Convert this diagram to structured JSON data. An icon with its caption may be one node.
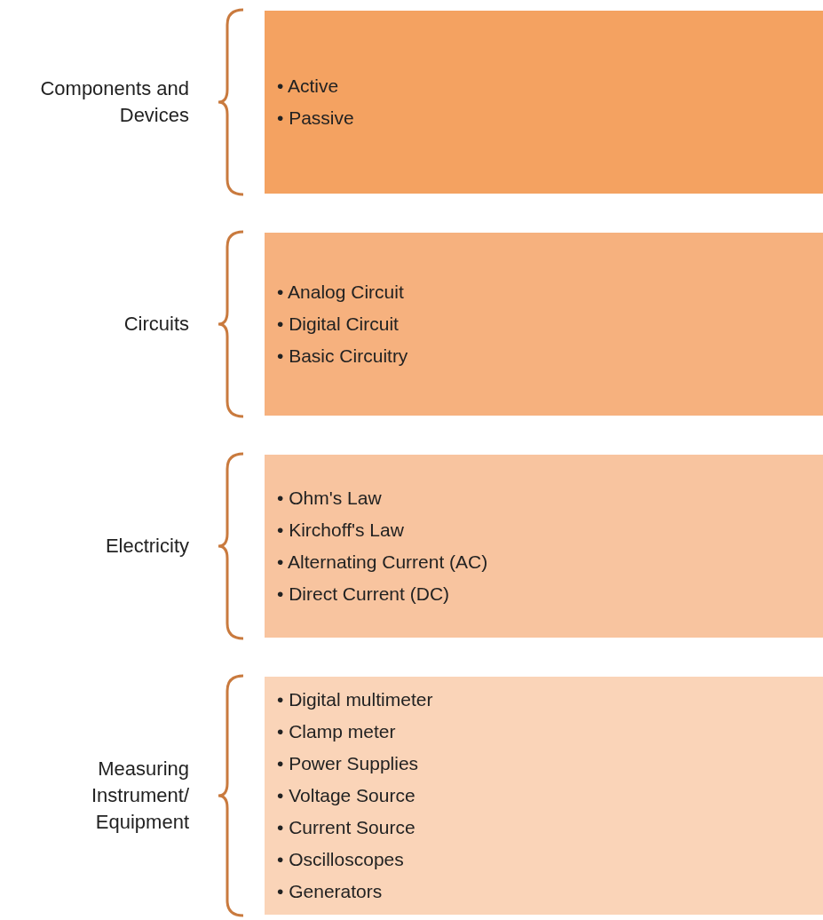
{
  "diagram": {
    "nodes": [
      {
        "text": [
          "• Active",
          "• Passive"
        ],
        "beside": [
          "Components and Devices"
        ]
      },
      {
        "text": [
          "• Analog Circuit",
          "• Digital Circuit",
          "• Basic Circuitry"
        ],
        "beside": [
          "Circuits"
        ]
      },
      {
        "text": [
          "• Ohm's Law",
          "• Kirchoff's Law",
          "• Alternating Current (AC)",
          "• Direct Current (DC)"
        ],
        "beside": [
          "Electricity"
        ]
      },
      {
        "text": [
          "• Digital multimeter",
          "• Clamp meter",
          "• Power Supplies",
          "• Voltage Source",
          "• Current Source",
          "• Oscilloscopes",
          "• Generators"
        ],
        "beside": [
          "Measuring Instrument/ Equipment"
        ]
      }
    ]
  }
}
